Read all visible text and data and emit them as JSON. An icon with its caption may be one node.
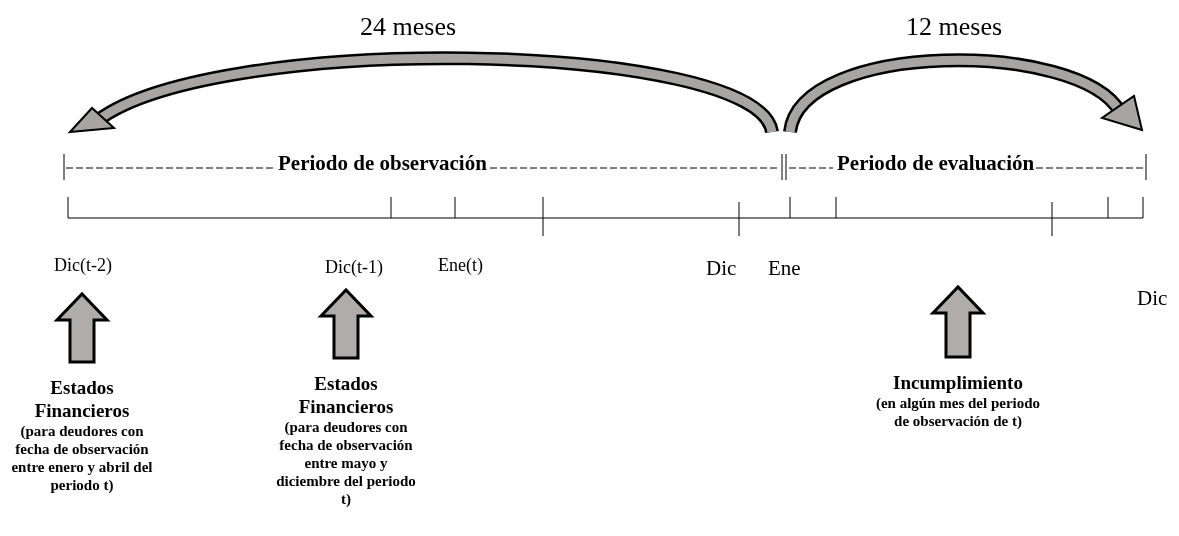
{
  "diagram": {
    "nodes": [
      {
        "text": [
          "Estados Financieros",
          "(para deudores con fecha de observación entre enero y abril del periodo t)"
        ]
      },
      {
        "text": [
          "Estados Financieros",
          "(para deudores con fecha de observación entre mayo y diciembre del periodo t)"
        ]
      },
      {
        "text": [
          "Incumplimiento",
          "(en algún mes del periodo de observación de t)"
        ]
      }
    ],
    "edges": [
      {
        "from": 0,
        "to": null,
        "arrow": "to",
        "style": "thick"
      },
      {
        "from": 1,
        "to": null,
        "arrow": "to",
        "style": "thick"
      },
      {
        "from": 2,
        "to": null,
        "arrow": "to",
        "style": "thick"
      }
    ],
    "labels": [
      "24 meses",
      "12 meses",
      "Periodo de observación",
      "Periodo de evaluación",
      "Dic(t-2)",
      "Dic(t-1)",
      "Ene(t)",
      "Dic",
      "Ene",
      "Dic"
    ]
  }
}
